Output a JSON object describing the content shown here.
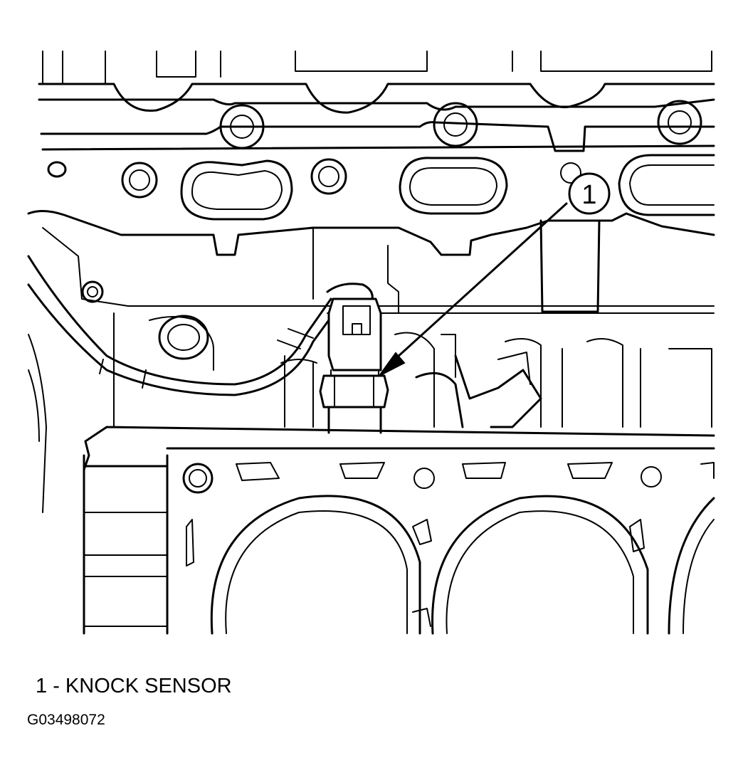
{
  "diagram": {
    "callouts": [
      {
        "number": "1",
        "label": "KNOCK SENSOR"
      }
    ],
    "legend": [
      {
        "number": "1",
        "separator": " - ",
        "label": "KNOCK SENSOR"
      }
    ],
    "figure_id": "G03498072"
  }
}
